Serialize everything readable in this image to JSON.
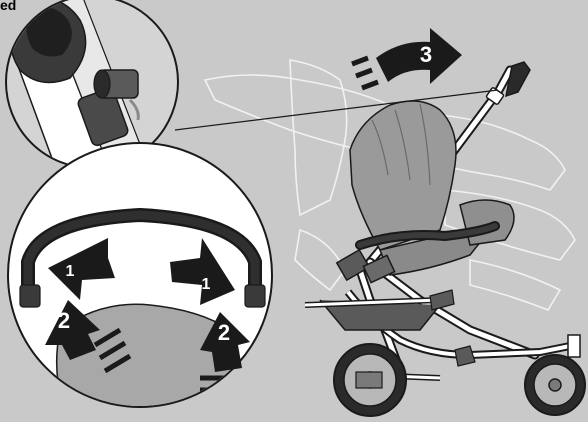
{
  "illustration": {
    "top_fragment_text": "ed",
    "step_labels": {
      "step_3": "3",
      "step_1_left": "1",
      "step_1_right": "1",
      "step_2_left": "2",
      "step_2_right": "2"
    },
    "colors": {
      "background": "#c9c9c9",
      "frame": "#ffffff",
      "outline": "#1a1a1a",
      "seat_fabric": "#9a9a9a",
      "arrow_fill": "#1a1a1a",
      "arrow_text": "#ffffff"
    },
    "icons": {
      "callout": "magnifier-callout",
      "step3": "rotate-forward-arrow",
      "step1": "press-inward-arrow",
      "step2": "lift-upward-arrow"
    }
  }
}
